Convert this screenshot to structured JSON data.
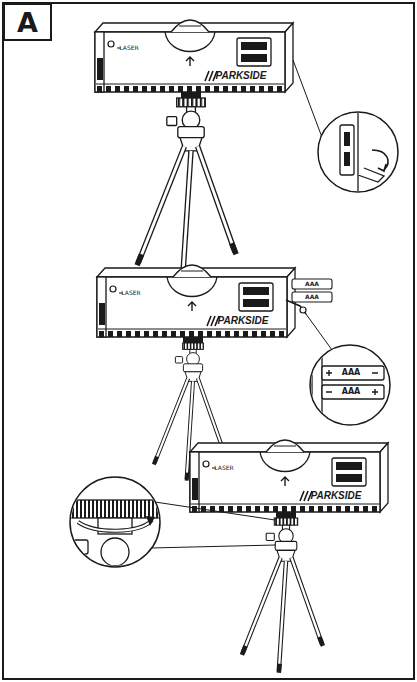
{
  "diagram": {
    "nodes": [
      {
        "text": [
          "A"
        ]
      }
    ],
    "labels": [
      "LASER",
      "PARKSIDE",
      "LASER",
      "PARKSIDE",
      "AAA",
      "AAA",
      "AAA",
      "AAA",
      "LASER",
      "PARKSIDE"
    ]
  }
}
